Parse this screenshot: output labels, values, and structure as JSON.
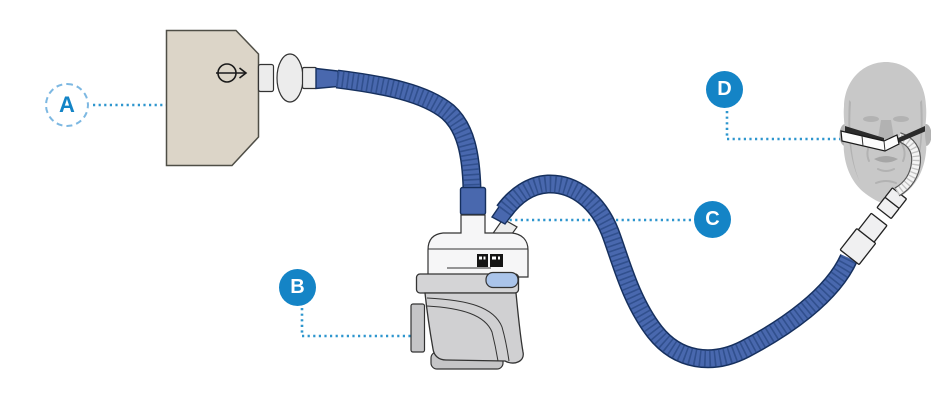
{
  "labels": {
    "a": {
      "letter": "A"
    },
    "b": {
      "letter": "B"
    },
    "c": {
      "letter": "C"
    },
    "d": {
      "letter": "D"
    }
  },
  "icons": {
    "flow_direction": "circle-right-arrow-icon"
  },
  "colors": {
    "page_background": "#ffffff",
    "label_blue": "#1484c6",
    "label_dashed_border": "#7db8e2",
    "leader_dotted": "#2e96ce",
    "tube_blue": "#4968ae",
    "tube_rib": "#31508e",
    "tube_outline": "#16305e",
    "box_beige": "#dcd5c8",
    "device_gray": "#d0d0d2",
    "accent_button": "#aac4ea",
    "face_gray": "#c8c8c8"
  }
}
